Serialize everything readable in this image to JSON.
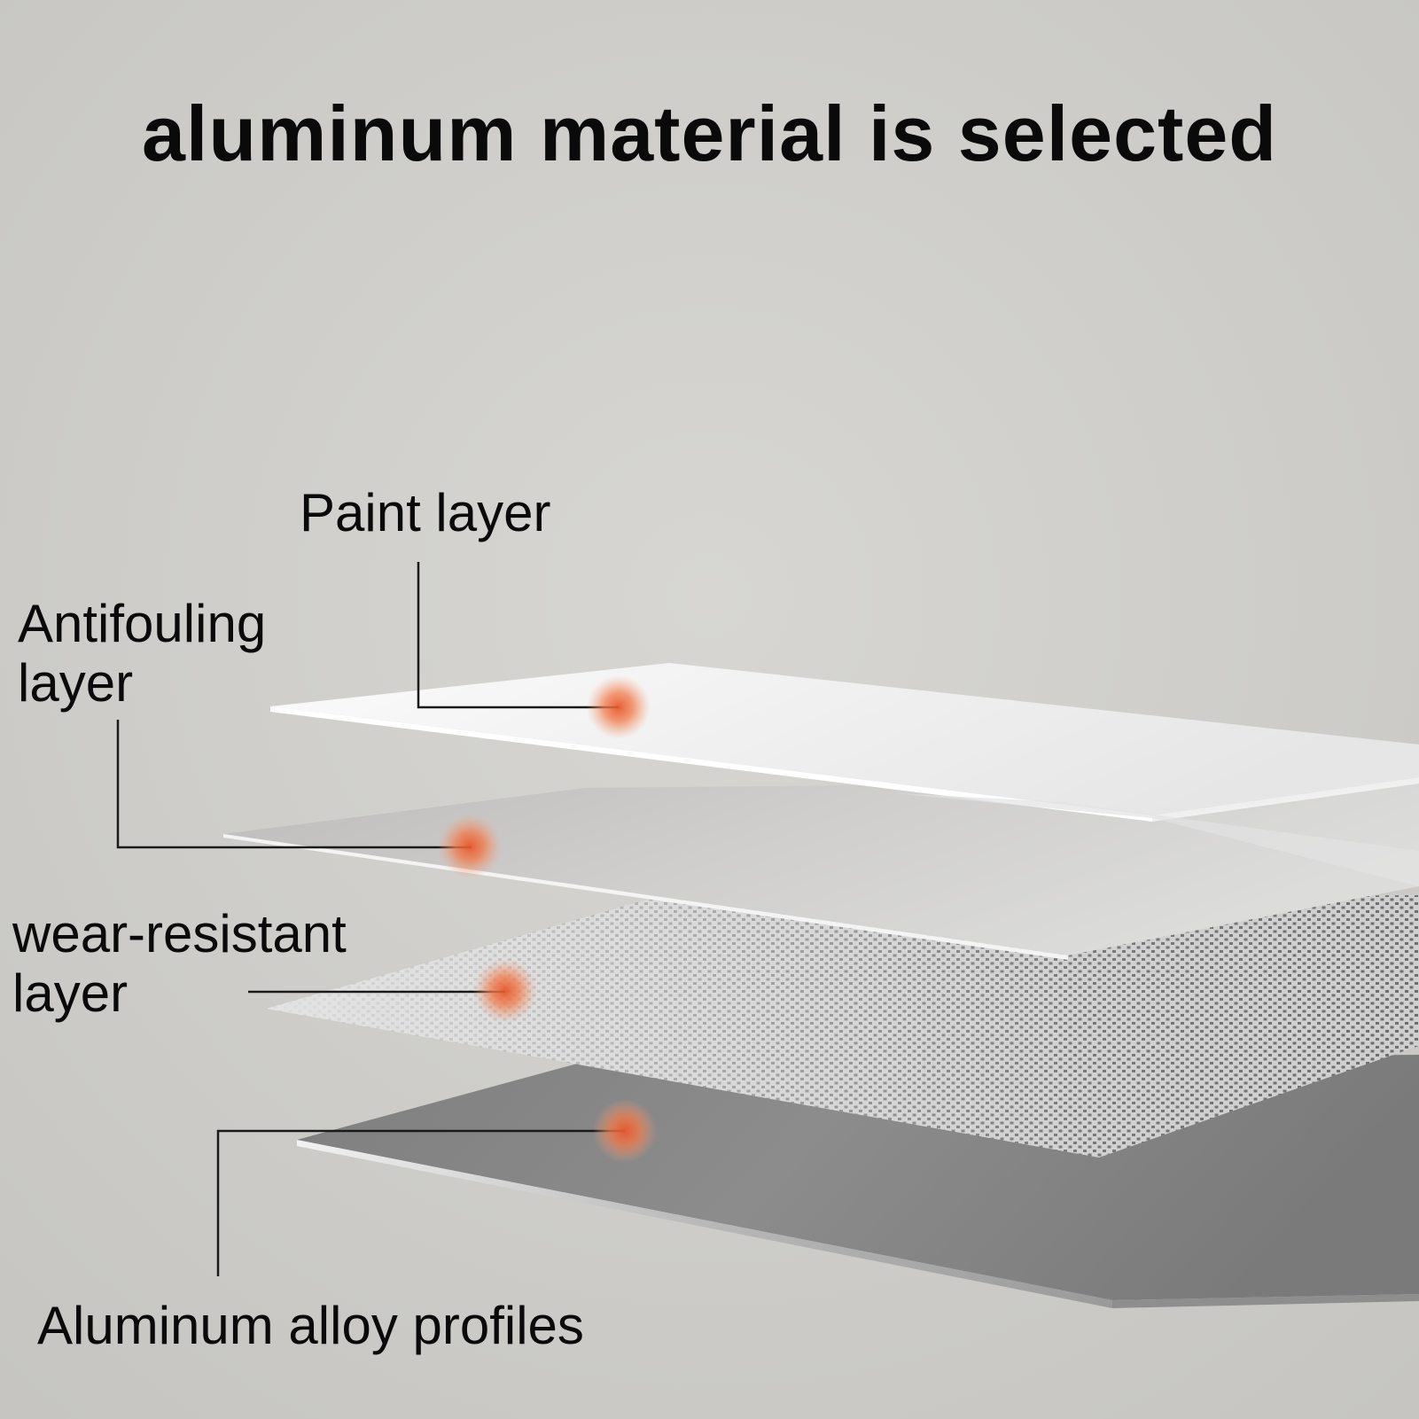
{
  "title": "aluminum material is selected",
  "layers": [
    {
      "id": "paint",
      "lines": [
        "Paint layer"
      ]
    },
    {
      "id": "antifouling",
      "lines": [
        "Antifouling",
        "layer"
      ]
    },
    {
      "id": "wear",
      "lines": [
        "wear-resistant",
        "layer"
      ]
    },
    {
      "id": "alloy",
      "lines": [
        "Aluminum alloy profiles"
      ]
    }
  ],
  "colors": {
    "background": "#cfceca",
    "marker": "#f07a4a",
    "leader_line": "#1a1a1a",
    "text": "#0a0a0a"
  }
}
